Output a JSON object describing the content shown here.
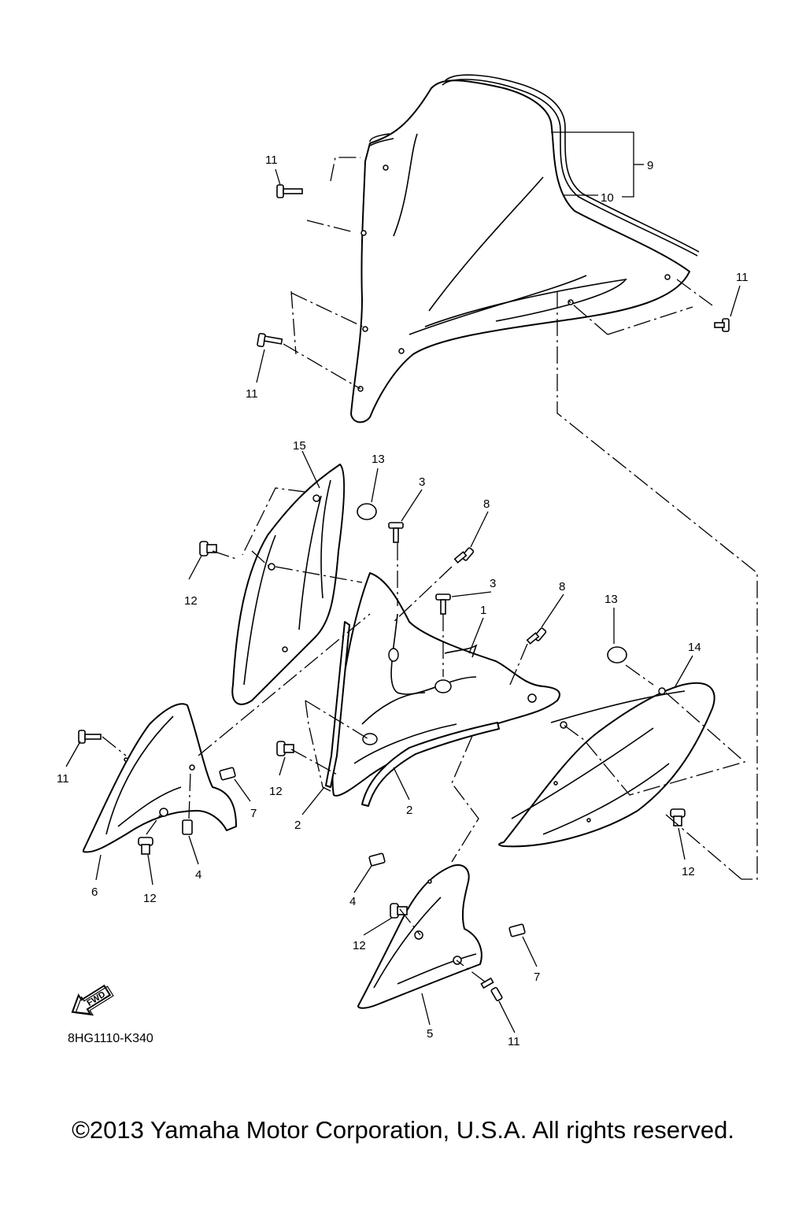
{
  "diagram": {
    "code": "8HG1110-K340",
    "fwd_label": "FWD",
    "callouts": [
      {
        "id": "c9",
        "label": "9"
      },
      {
        "id": "c10",
        "label": "10"
      },
      {
        "id": "c11a",
        "label": "11"
      },
      {
        "id": "c11b",
        "label": "11"
      },
      {
        "id": "c11c",
        "label": "11"
      },
      {
        "id": "c15",
        "label": "15"
      },
      {
        "id": "c13a",
        "label": "13"
      },
      {
        "id": "c3a",
        "label": "3"
      },
      {
        "id": "c8a",
        "label": "8"
      },
      {
        "id": "c3b",
        "label": "3"
      },
      {
        "id": "c8b",
        "label": "8"
      },
      {
        "id": "c1",
        "label": "1"
      },
      {
        "id": "c13b",
        "label": "13"
      },
      {
        "id": "c14",
        "label": "14"
      },
      {
        "id": "c12a",
        "label": "12"
      },
      {
        "id": "c11d",
        "label": "11"
      },
      {
        "id": "c7a",
        "label": "7"
      },
      {
        "id": "c12b",
        "label": "12"
      },
      {
        "id": "c2a",
        "label": "2"
      },
      {
        "id": "c2b",
        "label": "2"
      },
      {
        "id": "c6",
        "label": "6"
      },
      {
        "id": "c12c",
        "label": "12"
      },
      {
        "id": "c4a",
        "label": "4"
      },
      {
        "id": "c12d",
        "label": "12"
      },
      {
        "id": "c4b",
        "label": "4"
      },
      {
        "id": "c12e",
        "label": "12"
      },
      {
        "id": "c7b",
        "label": "7"
      },
      {
        "id": "c5",
        "label": "5"
      },
      {
        "id": "c11e",
        "label": "11"
      }
    ]
  },
  "footer": {
    "copyright": "©2013 Yamaha Motor Corporation, U.S.A. All rights reserved."
  }
}
